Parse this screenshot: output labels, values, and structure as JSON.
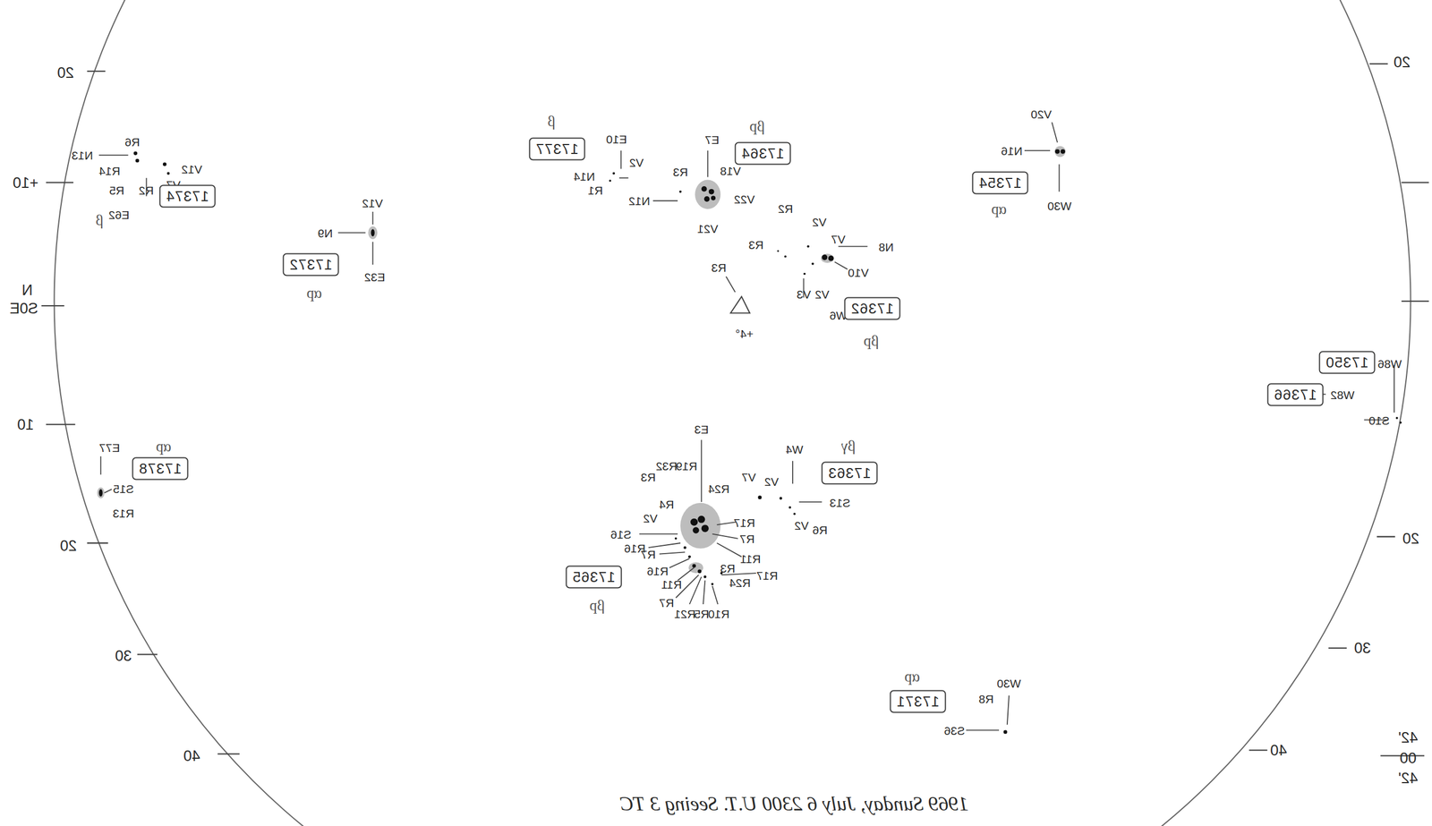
{
  "diagram": {
    "caption": "1969 Sunday, July 6 2300 U.T. Seeing 3 TC",
    "nodes": [
      {
        "text": [
          "17374",
          "β"
        ]
      },
      {
        "text": [
          "17377",
          "β"
        ]
      },
      {
        "text": [
          "17364",
          "βp"
        ]
      },
      {
        "text": [
          "17354",
          "αp"
        ]
      },
      {
        "text": [
          "17372",
          "αp"
        ]
      },
      {
        "text": [
          "17362",
          "βp"
        ]
      },
      {
        "text": [
          "17350"
        ]
      },
      {
        "text": [
          "17366"
        ]
      },
      {
        "text": [
          "17378",
          "αp"
        ]
      },
      {
        "text": [
          "17363",
          "βγ"
        ]
      },
      {
        "text": [
          "17365",
          "βp"
        ]
      },
      {
        "text": [
          "17371",
          "αp"
        ]
      }
    ],
    "labels": [
      "20",
      "+10",
      "N",
      "S0E",
      "10",
      "20",
      "30",
      "40",
      "20",
      "20",
      "30",
      "40",
      "42'",
      "00",
      "42'",
      "N13",
      "R6",
      "V12",
      "R14",
      "V7",
      "R2",
      "R5",
      "E62",
      "E10",
      "V2",
      "N14",
      "R1",
      "E7",
      "V18",
      "R3",
      "N12",
      "V22",
      "V21",
      "V20",
      "N16",
      "W30",
      "V12",
      "N9",
      "E32",
      "R2",
      "V2",
      "V7",
      "N8",
      "R3",
      "V10",
      "V3",
      "V2",
      "W6",
      "R3",
      "+4°",
      "W86",
      "W82",
      "S10",
      "E77",
      "S15",
      "R13",
      "W4",
      "S13",
      "V7",
      "V2",
      "R6",
      "V2",
      "E3",
      "R32",
      "R19",
      "R3",
      "R24",
      "R4",
      "V2",
      "S16",
      "R16",
      "R17",
      "R7",
      "R11",
      "R17",
      "R7",
      "R16",
      "R11",
      "R7",
      "R21",
      "R5",
      "R10",
      "R3",
      "R24",
      "W30",
      "R8",
      "S36"
    ]
  }
}
